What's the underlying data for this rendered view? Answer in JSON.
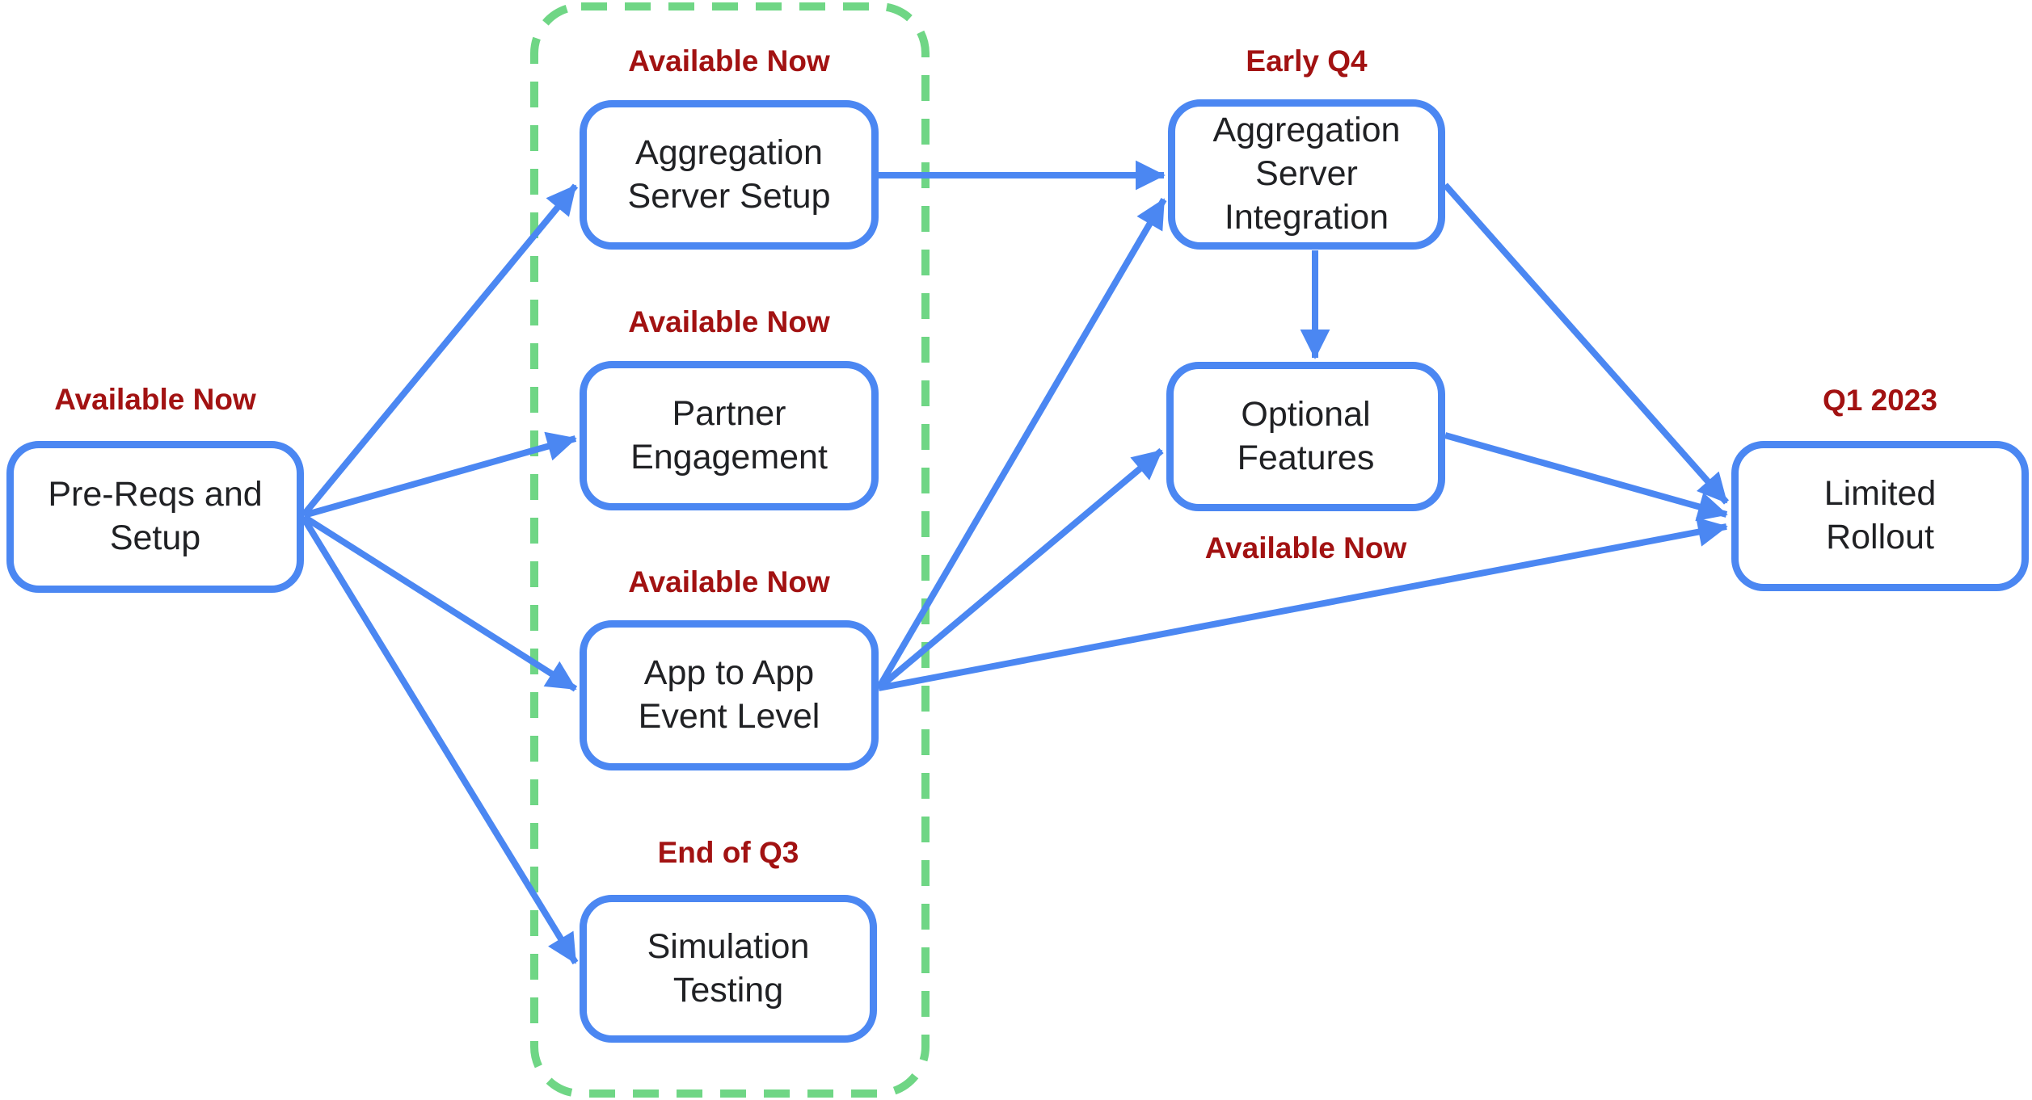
{
  "diagram_type": "roadmap-flowchart",
  "colors": {
    "node_border": "#4b87f2",
    "arrow": "#4b87f2",
    "group_outline": "#6fd685",
    "status_text": "#a21212",
    "node_text": "#202124",
    "background": "#ffffff"
  },
  "nodes": {
    "pre_reqs": {
      "label": "Pre-Reqs and\nSetup",
      "tag": "Available Now"
    },
    "agg_setup": {
      "label": "Aggregation\nServer Setup",
      "tag": "Available Now"
    },
    "partner": {
      "label": "Partner\nEngagement",
      "tag": "Available Now"
    },
    "app_to_app": {
      "label": "App to App\nEvent Level",
      "tag": "Available Now"
    },
    "sim_testing": {
      "label": "Simulation\nTesting",
      "tag": "End of Q3"
    },
    "agg_integration": {
      "label": "Aggregation\nServer\nIntegration",
      "tag": "Early Q4"
    },
    "optional": {
      "label": "Optional\nFeatures",
      "tag": "Available Now"
    },
    "limited_rollout": {
      "label": "Limited\nRollout",
      "tag": "Q1 2023"
    }
  },
  "edges": [
    {
      "from": "pre_reqs",
      "to": "agg_setup"
    },
    {
      "from": "pre_reqs",
      "to": "partner"
    },
    {
      "from": "pre_reqs",
      "to": "app_to_app"
    },
    {
      "from": "pre_reqs",
      "to": "sim_testing"
    },
    {
      "from": "agg_setup",
      "to": "agg_integration"
    },
    {
      "from": "app_to_app",
      "to": "agg_integration"
    },
    {
      "from": "app_to_app",
      "to": "optional"
    },
    {
      "from": "app_to_app",
      "to": "limited_rollout"
    },
    {
      "from": "agg_integration",
      "to": "optional"
    },
    {
      "from": "agg_integration",
      "to": "limited_rollout"
    },
    {
      "from": "optional",
      "to": "limited_rollout"
    }
  ]
}
